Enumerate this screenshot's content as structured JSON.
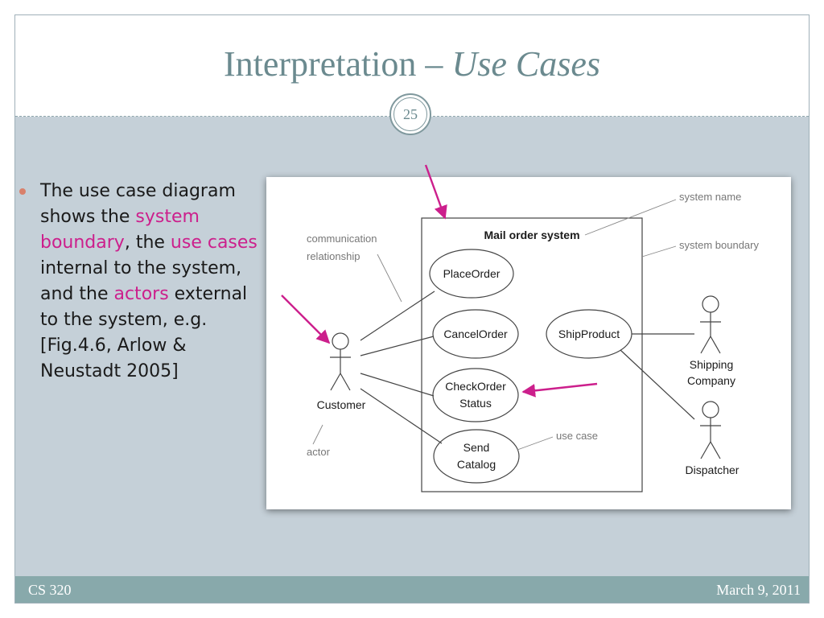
{
  "slide": {
    "title_main": "Interpretation – ",
    "title_italic": "Use Cases",
    "page_number": "25"
  },
  "bullet": {
    "t1": "The use case diagram shows the ",
    "h1": "system boundary",
    "t2": ", the ",
    "h2": "use cases",
    "t3": " internal to the system, and the ",
    "h3": "actors",
    "t4": " external to the system, e.g. [Fig.4.6, Arlow & Neustadt 2005]"
  },
  "diagram": {
    "system_title": "Mail order system",
    "use_cases": [
      "PlaceOrder",
      "CancelOrder",
      "CheckOrder",
      "Status",
      "ShipProduct",
      "Send",
      "Catalog"
    ],
    "actors": [
      "Customer",
      "Shipping",
      "Company",
      "Dispatcher"
    ],
    "annotations": {
      "system_name": "system name",
      "system_boundary": "system boundary",
      "communication": "communication",
      "relationship": "relationship",
      "use_case": "use case",
      "actor": "actor"
    }
  },
  "footer": {
    "left": "CS 320",
    "right": "March 9, 2011"
  },
  "colors": {
    "title": "#6b8a8f",
    "highlight": "#cc1f8c",
    "bullet": "#d9806b",
    "footer_bg": "#88a9ab",
    "slide_bg": "#c5d0d8"
  }
}
